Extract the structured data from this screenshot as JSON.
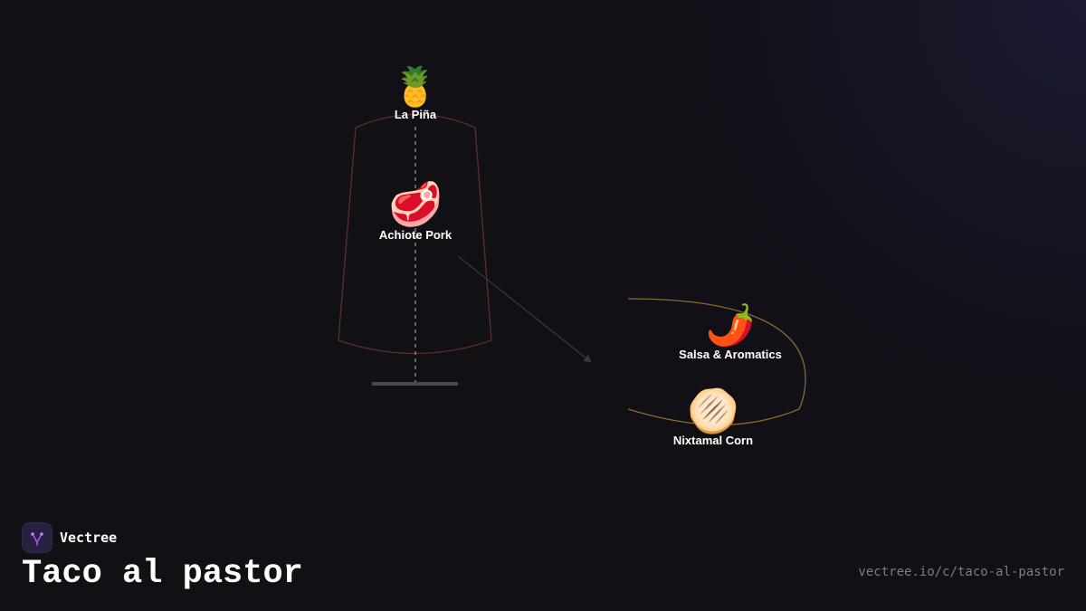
{
  "brand": {
    "name": "Vectree",
    "logo_icon": "vectree-tree-icon",
    "accent_color": "#a855f7"
  },
  "title": "Taco al pastor",
  "url": "vectree.io/c/taco-al-pastor",
  "diagram": {
    "edge": {
      "from": "achiote-pork",
      "to": "tortilla-group"
    },
    "nodes": [
      {
        "id": "la-pina",
        "emoji": "🍍",
        "icon": "pineapple-icon",
        "label": "La Piña"
      },
      {
        "id": "achiote-pork",
        "emoji": "🥩",
        "icon": "meat-icon",
        "label": "Achiote Pork"
      },
      {
        "id": "salsa",
        "emoji": "🌶️",
        "icon": "chili-pepper-icon",
        "label": "Salsa & Aromatics"
      },
      {
        "id": "nixtamal",
        "emoji": "🫓",
        "icon": "flatbread-icon",
        "label": "Nixtamal Corn"
      }
    ]
  },
  "colors": {
    "background": "#111015",
    "trompo_outline": "#5a2e2c",
    "tortilla_outline": "#8a6a2c",
    "text": "#ffffff",
    "url_text": "#7d7b85"
  }
}
